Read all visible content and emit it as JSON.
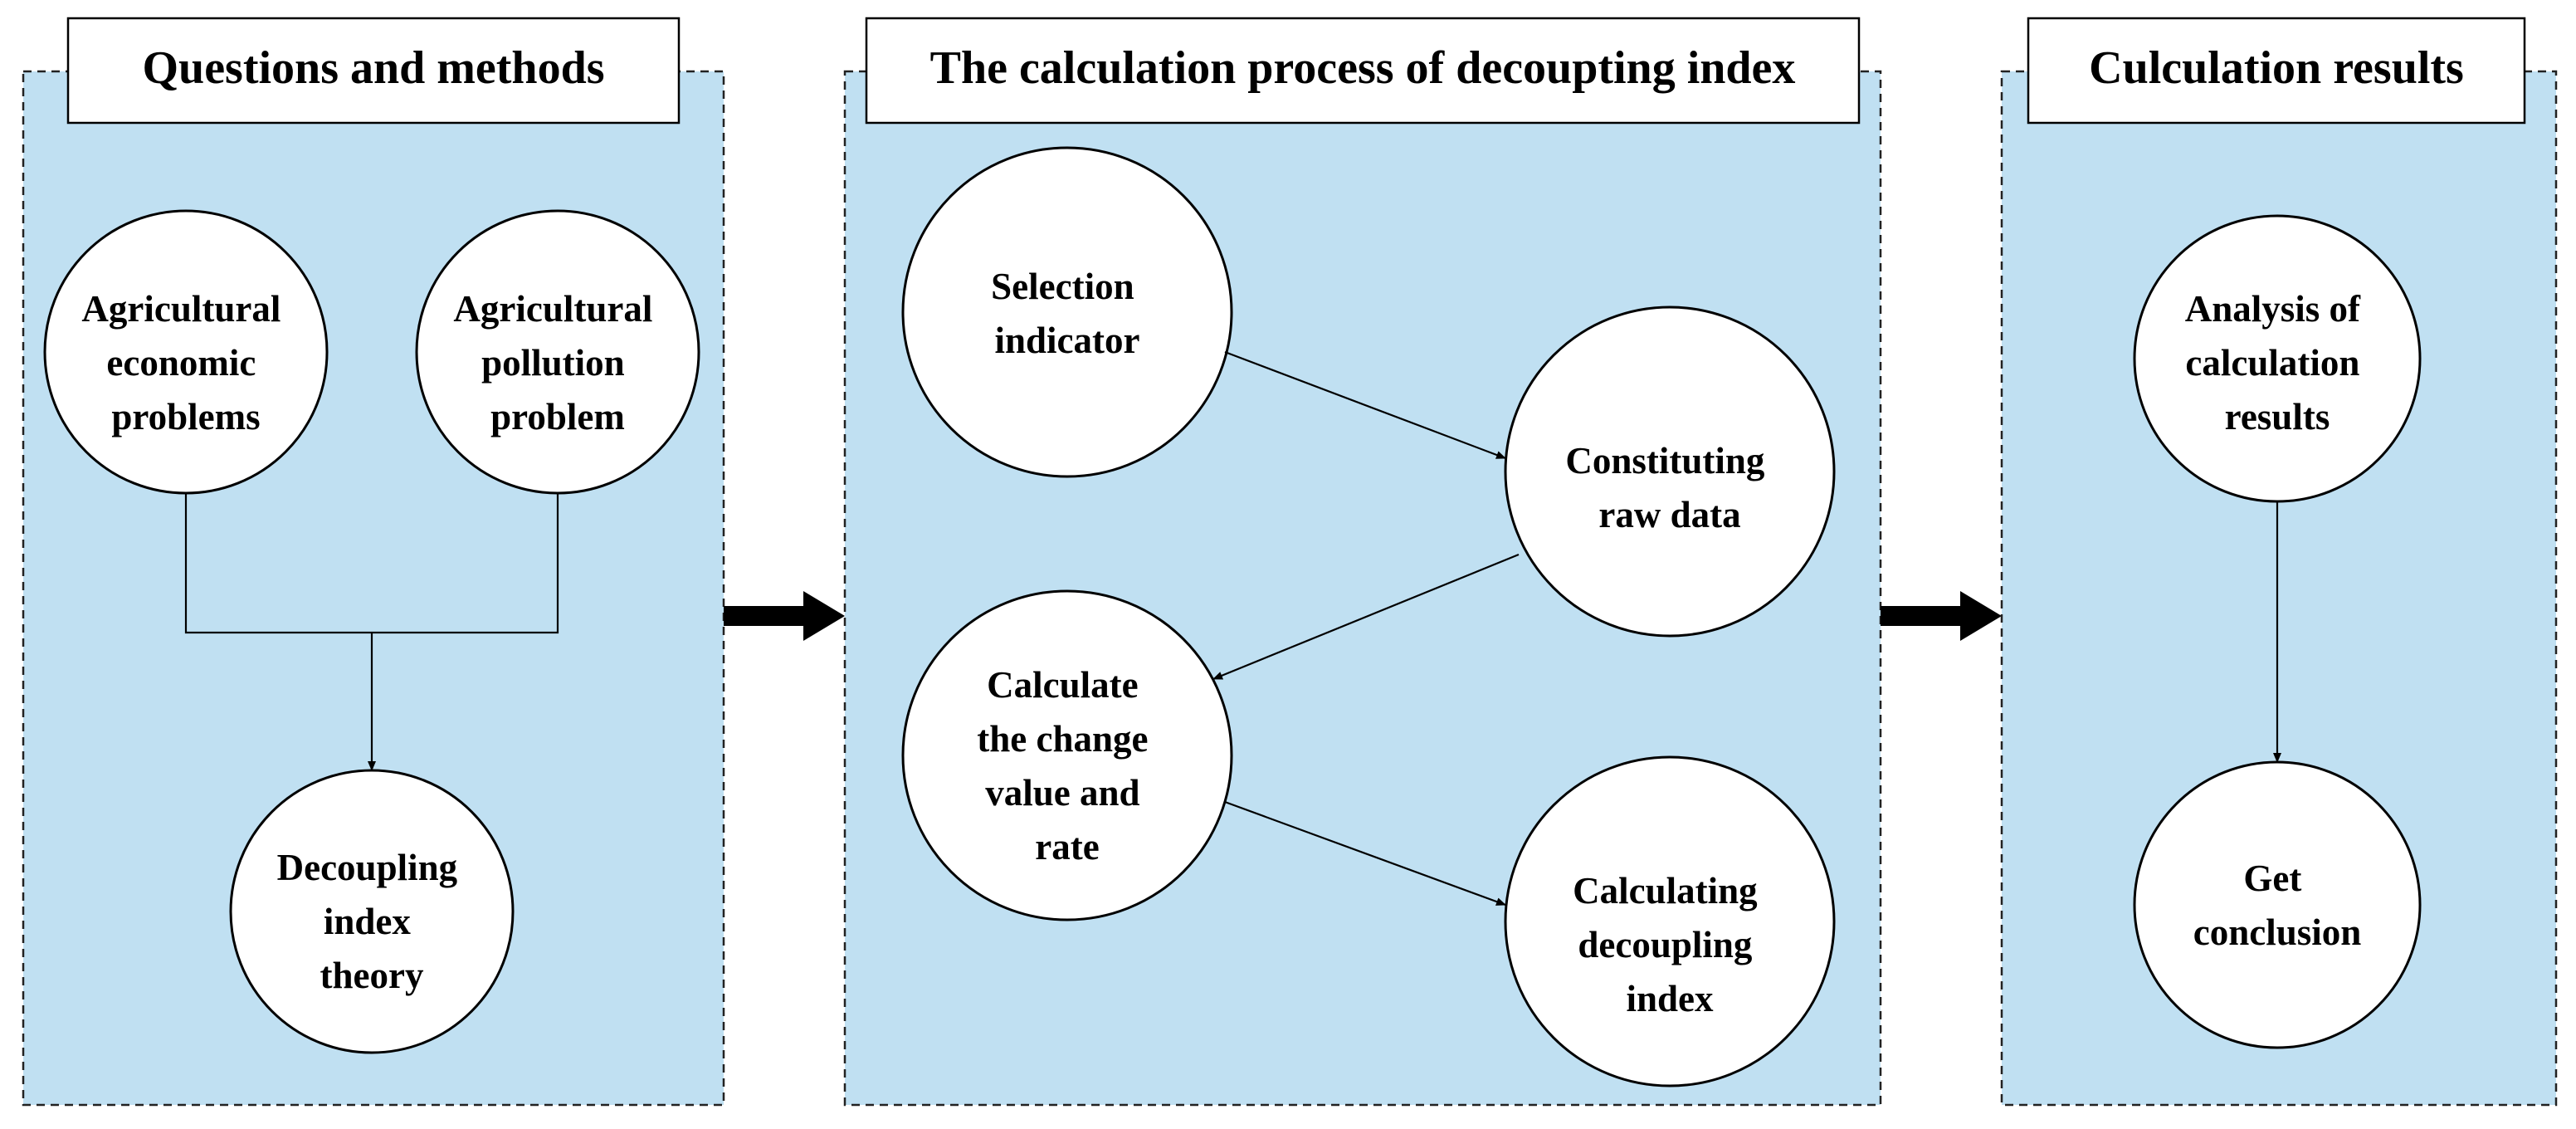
{
  "colors": {
    "panel_fill": "#c0e0f2",
    "node_fill": "#ffffff",
    "stroke": "#000000"
  },
  "panels": [
    {
      "title": "Questions and methods",
      "nodes": [
        {
          "lines": [
            "Agricultural",
            "economic",
            "problems"
          ]
        },
        {
          "lines": [
            "Agricultural",
            "pollution",
            "problem"
          ]
        },
        {
          "lines": [
            "Decoupling",
            "index",
            "theory"
          ]
        }
      ]
    },
    {
      "title": "The calculation process of decoupting index",
      "nodes": [
        {
          "lines": [
            "Selection",
            "indicator"
          ]
        },
        {
          "lines": [
            "Constituting",
            "raw data"
          ]
        },
        {
          "lines": [
            "Calculate",
            "the change",
            "value and",
            "rate"
          ]
        },
        {
          "lines": [
            "Calculating",
            "decoupling",
            "index"
          ]
        }
      ]
    },
    {
      "title": "Culculation results",
      "nodes": [
        {
          "lines": [
            "Analysis of",
            "calculation",
            "results"
          ]
        },
        {
          "lines": [
            "Get",
            "conclusion"
          ]
        }
      ]
    }
  ]
}
